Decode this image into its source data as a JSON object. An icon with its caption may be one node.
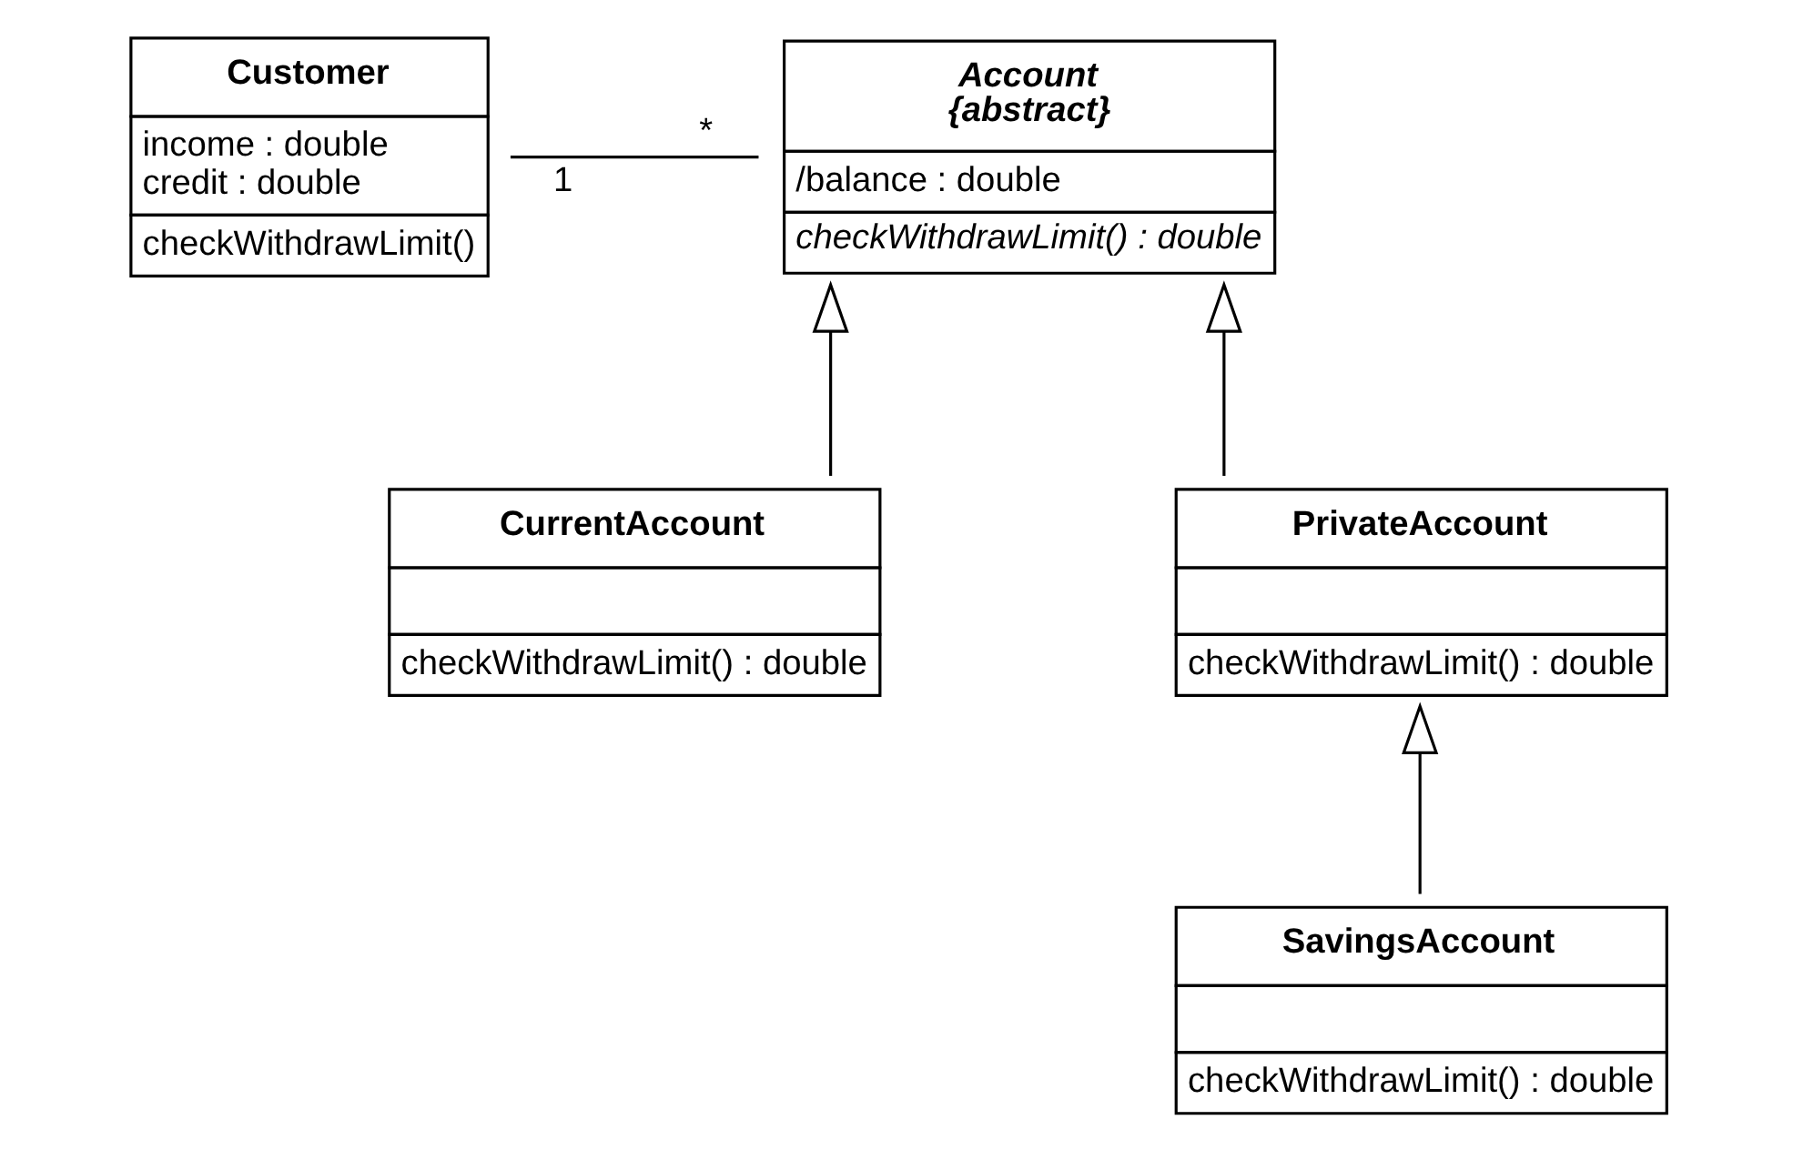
{
  "diagram": {
    "nodes": [
      {
        "text": [
          "Customer",
          "income : double",
          "credit : double",
          "checkWithdrawLimit()"
        ]
      },
      {
        "text": [
          "Account",
          "{abstract}",
          "/balance : double",
          "checkWithdrawLimit() : double"
        ]
      },
      {
        "text": [
          "CurrentAccount",
          "checkWithdrawLimit() : double"
        ]
      },
      {
        "text": [
          "PrivateAccount",
          "checkWithdrawLimit() : double"
        ]
      },
      {
        "text": [
          "SavingsAccount",
          "checkWithdrawLimit() : double"
        ]
      }
    ],
    "edges": [
      {
        "from": 0,
        "to": 1,
        "arrow": "none"
      },
      {
        "from": 2,
        "to": 1,
        "arrow": "to"
      },
      {
        "from": 3,
        "to": 1,
        "arrow": "to"
      },
      {
        "from": 4,
        "to": 3,
        "arrow": "to"
      }
    ],
    "labels": [
      "1",
      "*"
    ]
  }
}
